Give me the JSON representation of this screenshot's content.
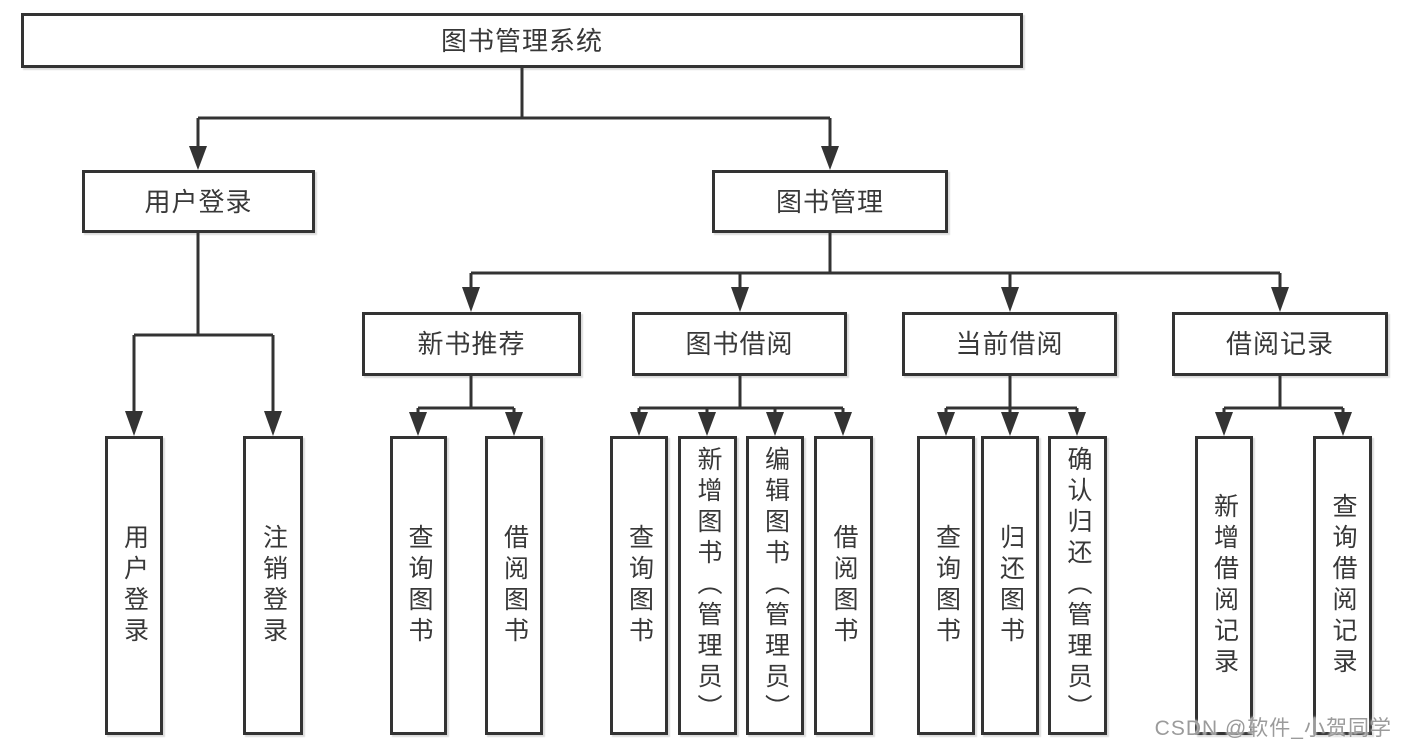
{
  "diagram": {
    "type": "tree",
    "nodes": {
      "root": "图书管理系统",
      "level2": [
        "用户登录",
        "图书管理"
      ],
      "level3": [
        "新书推荐",
        "图书借阅",
        "当前借阅",
        "借阅记录"
      ],
      "leaves": [
        "用户登录",
        "注销登录",
        "查询图书",
        "借阅图书",
        "查询图书",
        "新增图书（管理员）",
        "编辑图书（管理员）",
        "借阅图书",
        "查询图书",
        "归还图书",
        "确认归还（管理员）",
        "新增借阅记录",
        "查询借阅记录"
      ]
    },
    "hierarchy": {
      "图书管理系统": [
        "用户登录",
        "图书管理"
      ],
      "用户登录": [
        "用户登录",
        "注销登录"
      ],
      "图书管理": [
        "新书推荐",
        "图书借阅",
        "当前借阅",
        "借阅记录"
      ],
      "新书推荐": [
        "查询图书",
        "借阅图书"
      ],
      "图书借阅": [
        "查询图书",
        "新增图书（管理员）",
        "编辑图书（管理员）",
        "借阅图书"
      ],
      "当前借阅": [
        "查询图书",
        "归还图书",
        "确认归还（管理员）"
      ],
      "借阅记录": [
        "新增借阅记录",
        "查询借阅记录"
      ]
    },
    "colors": {
      "line": "#333333",
      "text": "#383838",
      "box_background": "#ffffff",
      "watermark": "#9b9b9b"
    }
  },
  "watermark": "CSDN @软件_小贺同学"
}
